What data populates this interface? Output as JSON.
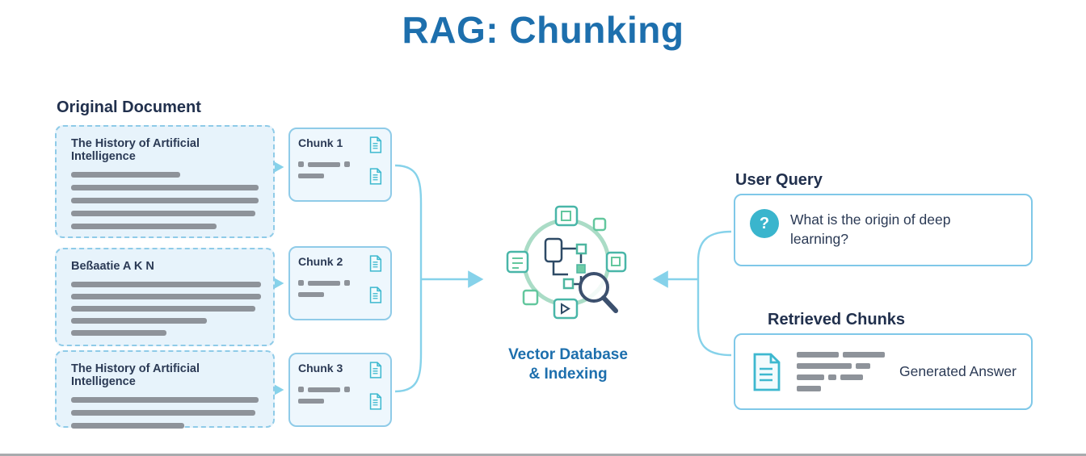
{
  "title": "RAG: Chunking",
  "left": {
    "heading": "Original Document",
    "documents": [
      {
        "title": "The History of Artificial Intelligence"
      },
      {
        "title": "Beßaatie A K N"
      },
      {
        "title": "The History of Artificial Intelligence"
      }
    ]
  },
  "chunks": [
    {
      "label": "Chunk 1"
    },
    {
      "label": "Chunk 2"
    },
    {
      "label": "Chunk 3"
    }
  ],
  "center": {
    "caption1": "Vector Database",
    "caption2": "& Indexing"
  },
  "right": {
    "query_heading": "User Query",
    "query_icon_glyph": "?",
    "query_text": "What is the origin of deep learning?",
    "retrieved_heading": "Retrieved Chunks",
    "generated_answer": "Generated Answer"
  },
  "icons": {
    "document_icon": "document-outline",
    "question_icon": "question-mark-circle",
    "magnifier_icon": "magnifying-glass",
    "network_icon": "vector-network"
  },
  "colors": {
    "title_blue": "#1d6fad",
    "heading_navy": "#21304d",
    "box_fill": "#e7f3fb",
    "box_border": "#8fcbe8",
    "bar_gray": "#8e939a",
    "teal": "#3ab5cd",
    "ring_green": "#aadcc6",
    "arrow": "#86d2ea"
  }
}
